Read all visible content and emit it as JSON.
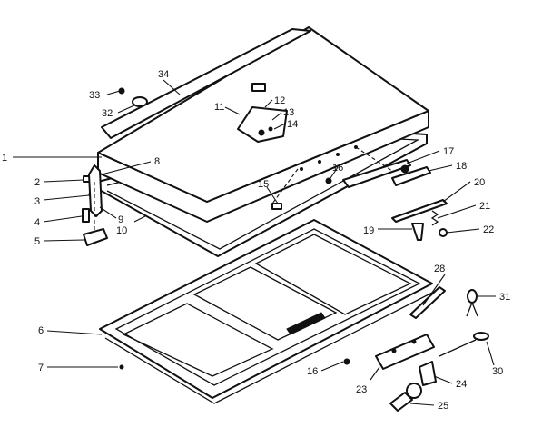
{
  "labels": {
    "l1": "1",
    "l2": "2",
    "l3": "3",
    "l4": "4",
    "l5": "5",
    "l6": "6",
    "l7": "7",
    "l8": "8",
    "l9": "9",
    "l10": "10",
    "l11": "11",
    "l12": "12",
    "l13": "13",
    "l14": "14",
    "l15": "15",
    "l16": "16",
    "l16b": "16",
    "l17": "17",
    "l18": "18",
    "l19": "19",
    "l20": "20",
    "l21": "21",
    "l22": "22",
    "l23": "23",
    "l24": "24",
    "l25": "25",
    "l28": "28",
    "l30": "30",
    "l31": "31",
    "l32": "32",
    "l33": "33",
    "l34": "34"
  }
}
